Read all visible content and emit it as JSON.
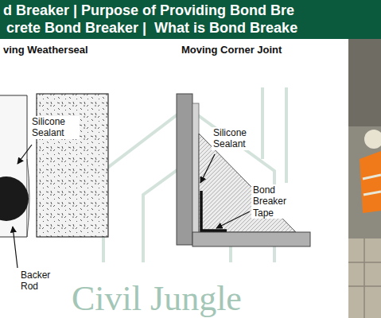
{
  "diagram": {
    "labels": [
      "d Breaker | Purpose of Providing Bond Bre",
      "crete Bond Breaker |  What is Bond Breake",
      "ving Weatherseal",
      "Silicone Sealant",
      "Backer Rod",
      "Moving Corner Joint",
      "Silicone Sealant",
      "Bond Breaker Tape",
      "Civil Jungle"
    ]
  }
}
